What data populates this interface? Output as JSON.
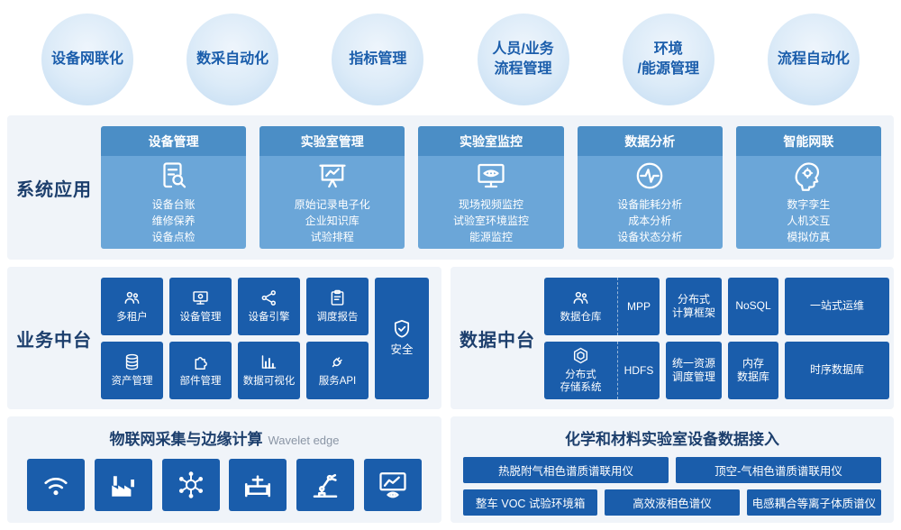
{
  "colors": {
    "dark_blue": "#1a5dab",
    "card_header_blue": "#4b8ec6",
    "card_body_blue": "#6ba6d8",
    "section_bg": "#f0f4f9",
    "navy_text": "#1d3f6d",
    "circle_fill": "#d6e7f7"
  },
  "capabilities": [
    {
      "label": "设备网联化"
    },
    {
      "label": "数采自动化"
    },
    {
      "label": "指标管理"
    },
    {
      "label": "人员/业务\n流程管理"
    },
    {
      "label": "环境\n/能源管理"
    },
    {
      "label": "流程自动化"
    }
  ],
  "system_apps": {
    "section_label": "系统应用",
    "cards": [
      {
        "title": "设备管理",
        "icon": "document-search-icon",
        "items": [
          "设备台账",
          "维修保养",
          "设备点检"
        ]
      },
      {
        "title": "实验室管理",
        "icon": "presentation-chart-icon",
        "items": [
          "原始记录电子化",
          "企业知识库",
          "试验排程"
        ]
      },
      {
        "title": "实验室监控",
        "icon": "monitor-eye-icon",
        "items": [
          "现场视频监控",
          "试验室环境监控",
          "能源监控"
        ]
      },
      {
        "title": "数据分析",
        "icon": "pulse-analysis-icon",
        "items": [
          "设备能耗分析",
          "成本分析",
          "设备状态分析"
        ]
      },
      {
        "title": "智能网联",
        "icon": "smart-head-gear-icon",
        "items": [
          "数字孪生",
          "人机交互",
          "模拟仿真"
        ]
      }
    ]
  },
  "business_platform": {
    "section_label": "业务中台",
    "tiles": [
      {
        "label": "多租户",
        "icon": "multi-tenant-users-icon"
      },
      {
        "label": "设备管理",
        "icon": "device-monitor-icon"
      },
      {
        "label": "设备引擎",
        "icon": "share-nodes-icon"
      },
      {
        "label": "调度报告",
        "icon": "clipboard-report-icon"
      },
      {
        "label": "资产管理",
        "icon": "database-icon"
      },
      {
        "label": "部件管理",
        "icon": "puzzle-icon"
      },
      {
        "label": "数据可视化",
        "icon": "bar-chart-icon"
      },
      {
        "label": "服务API",
        "icon": "plug-api-icon"
      }
    ],
    "security_tile": {
      "label": "安全",
      "icon": "shield-icon"
    }
  },
  "data_platform": {
    "section_label": "数据中台",
    "row1": {
      "combo_main": {
        "label": "数据仓库",
        "icon": "warehouse-users-icon"
      },
      "combo_side": "MPP",
      "tiles": [
        "分布式\n计算框架",
        "NoSQL",
        "一站式运维"
      ]
    },
    "row2": {
      "combo_main": {
        "label": "分布式\n存储系统",
        "icon": "hexagon-storage-icon"
      },
      "combo_side": "HDFS",
      "tiles": [
        "统一资源\n调度管理",
        "内存\n数据库",
        "时序数据库"
      ]
    }
  },
  "iot_edge": {
    "title": "物联网采集与边缘计算",
    "subtitle": "Wavelet edge",
    "tiles": [
      {
        "icon": "wifi-sensor-icon"
      },
      {
        "icon": "factory-icon"
      },
      {
        "icon": "network-nodes-icon"
      },
      {
        "icon": "pipeline-valve-icon"
      },
      {
        "icon": "robot-arm-icon"
      },
      {
        "icon": "monitor-analytics-icon"
      }
    ]
  },
  "lab_access": {
    "title": "化学和材料实验室设备数据接入",
    "row1": [
      "热脱附气相色谱质谱联用仪",
      "顶空-气相色谱质谱联用仪"
    ],
    "row2": [
      "整车 VOC 试验环境箱",
      "高效液相色谱仪",
      "电感耦合等离子体质谱仪"
    ]
  }
}
